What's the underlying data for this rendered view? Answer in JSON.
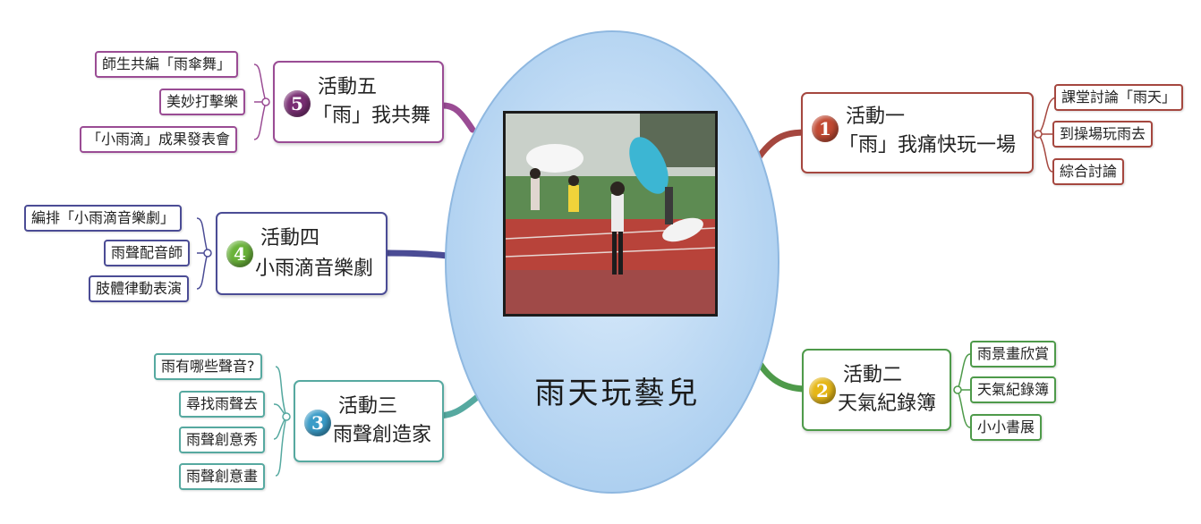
{
  "colors": {
    "activity1": "#a5473f",
    "activity2": "#4e9a4a",
    "activity3": "#56a9a0",
    "activity4": "#4b4c95",
    "activity5": "#9a4c94",
    "center_fill": "#b8d8f4",
    "center_stroke": "#8fb8e0"
  },
  "center": {
    "title": "雨天玩藝兒"
  },
  "activities": [
    {
      "number": "1",
      "title": "活動一",
      "subtitle": "「雨」我痛快玩一場",
      "tasks": [
        "課堂討論「雨天」",
        "到操場玩雨去",
        "綜合討論"
      ]
    },
    {
      "number": "2",
      "title": "活動二",
      "subtitle": "天氣紀錄簿",
      "tasks": [
        "雨景畫欣賞",
        "天氣紀錄簿",
        "小小書展"
      ]
    },
    {
      "number": "3",
      "title": "活動三",
      "subtitle": "雨聲創造家",
      "tasks": [
        "雨有哪些聲音?",
        "尋找雨聲去",
        "雨聲創意秀",
        "雨聲創意畫"
      ]
    },
    {
      "number": "4",
      "title": "活動四",
      "subtitle": "小雨滴音樂劇",
      "tasks": [
        "編排「小雨滴音樂劇」",
        "雨聲配音師",
        "肢體律動表演"
      ]
    },
    {
      "number": "5",
      "title": "活動五",
      "subtitle": "「雨」我共舞",
      "tasks": [
        "師生共編「雨傘舞」",
        "美妙打擊樂",
        "「小雨滴」成果發表會"
      ]
    }
  ]
}
